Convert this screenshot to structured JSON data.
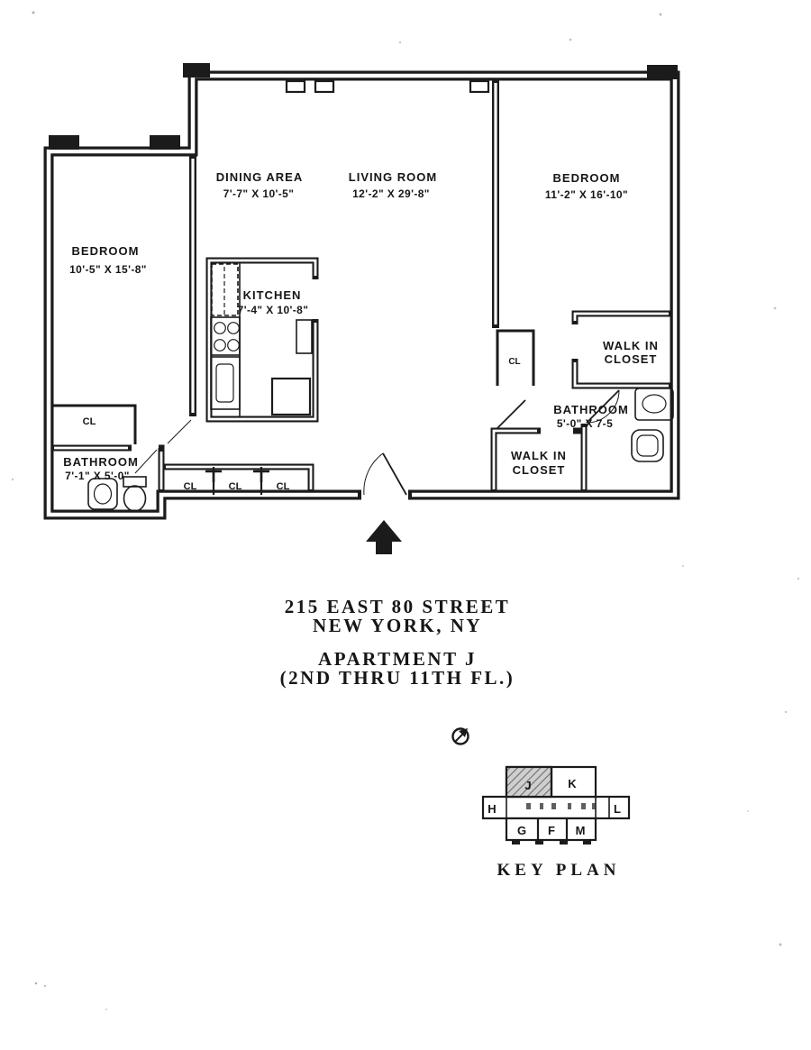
{
  "floorplan": {
    "rooms": {
      "bedroom_left": {
        "name": "BEDROOM",
        "dims": "10'-5\" X 15'-8\""
      },
      "dining_area": {
        "name": "DINING AREA",
        "dims": "7'-7\" X 10'-5\""
      },
      "living_room": {
        "name": "LIVING ROOM",
        "dims": "12'-2\" X 29'-8\""
      },
      "bedroom_right": {
        "name": "BEDROOM",
        "dims": "11'-2\" X 16'-10\""
      },
      "kitchen": {
        "name": "KITCHEN",
        "dims": "7'-4\" X 10'-8\""
      },
      "bathroom_left": {
        "name": "BATHROOM",
        "dims": "7'-1\" X 5'-0\""
      },
      "bathroom_right": {
        "name": "BATHROOM",
        "dims": "5'-0\" X 7-5"
      },
      "walk_in_closet_right": {
        "line1": "WALK IN",
        "line2": "CLOSET"
      },
      "walk_in_closet_center": {
        "line1": "WALK IN",
        "line2": "CLOSET"
      }
    },
    "closet_labels": [
      "CL",
      "CL",
      "CL",
      "CL",
      "CL"
    ]
  },
  "title_block": {
    "address_line1": "215 EAST 80 STREET",
    "address_line2": "NEW YORK, NY",
    "apartment_line1": "APARTMENT J",
    "apartment_line2": "(2ND THRU 11TH FL.)"
  },
  "key_plan": {
    "title": "KEY PLAN",
    "units": {
      "h": "H",
      "j": "J",
      "k": "K",
      "l": "L",
      "g": "G",
      "f": "F",
      "m": "M"
    },
    "highlighted_unit": "J"
  },
  "colors": {
    "ink": "#1b1b1b",
    "paper": "#ffffff",
    "hatch": "#8a8a8a"
  }
}
